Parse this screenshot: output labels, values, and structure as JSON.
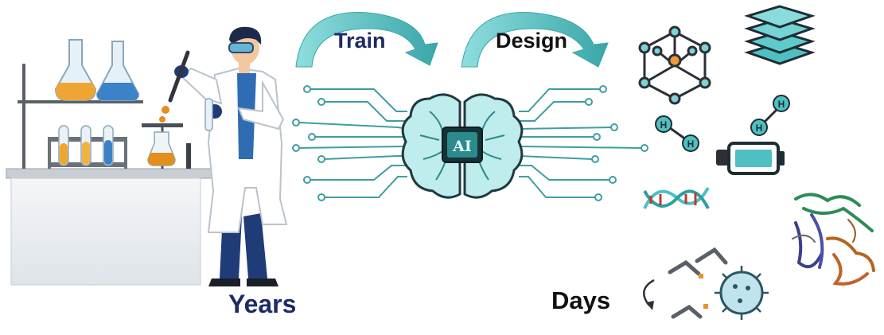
{
  "labels": {
    "train": "Train",
    "design": "Design",
    "years": "Years",
    "days": "Days",
    "ai": "AI"
  },
  "icons": {
    "scientist": "scientist-icon",
    "lab_bench": "lab-bench-icon",
    "brain": "brain-chip-icon",
    "crystal": "crystal-lattice-icon",
    "layers": "layers-icon",
    "molecule": "hydrogen-molecule-icon",
    "battery": "battery-icon",
    "dna": "dna-helix-icon",
    "protein": "protein-structure-icon",
    "virus": "virus-antibody-icon"
  },
  "colors": {
    "teal": "#4fc4c4",
    "teal_dark": "#2a8a8c",
    "navy": "#1d2a66",
    "orange": "#e8922a",
    "text_dark": "#111111"
  }
}
